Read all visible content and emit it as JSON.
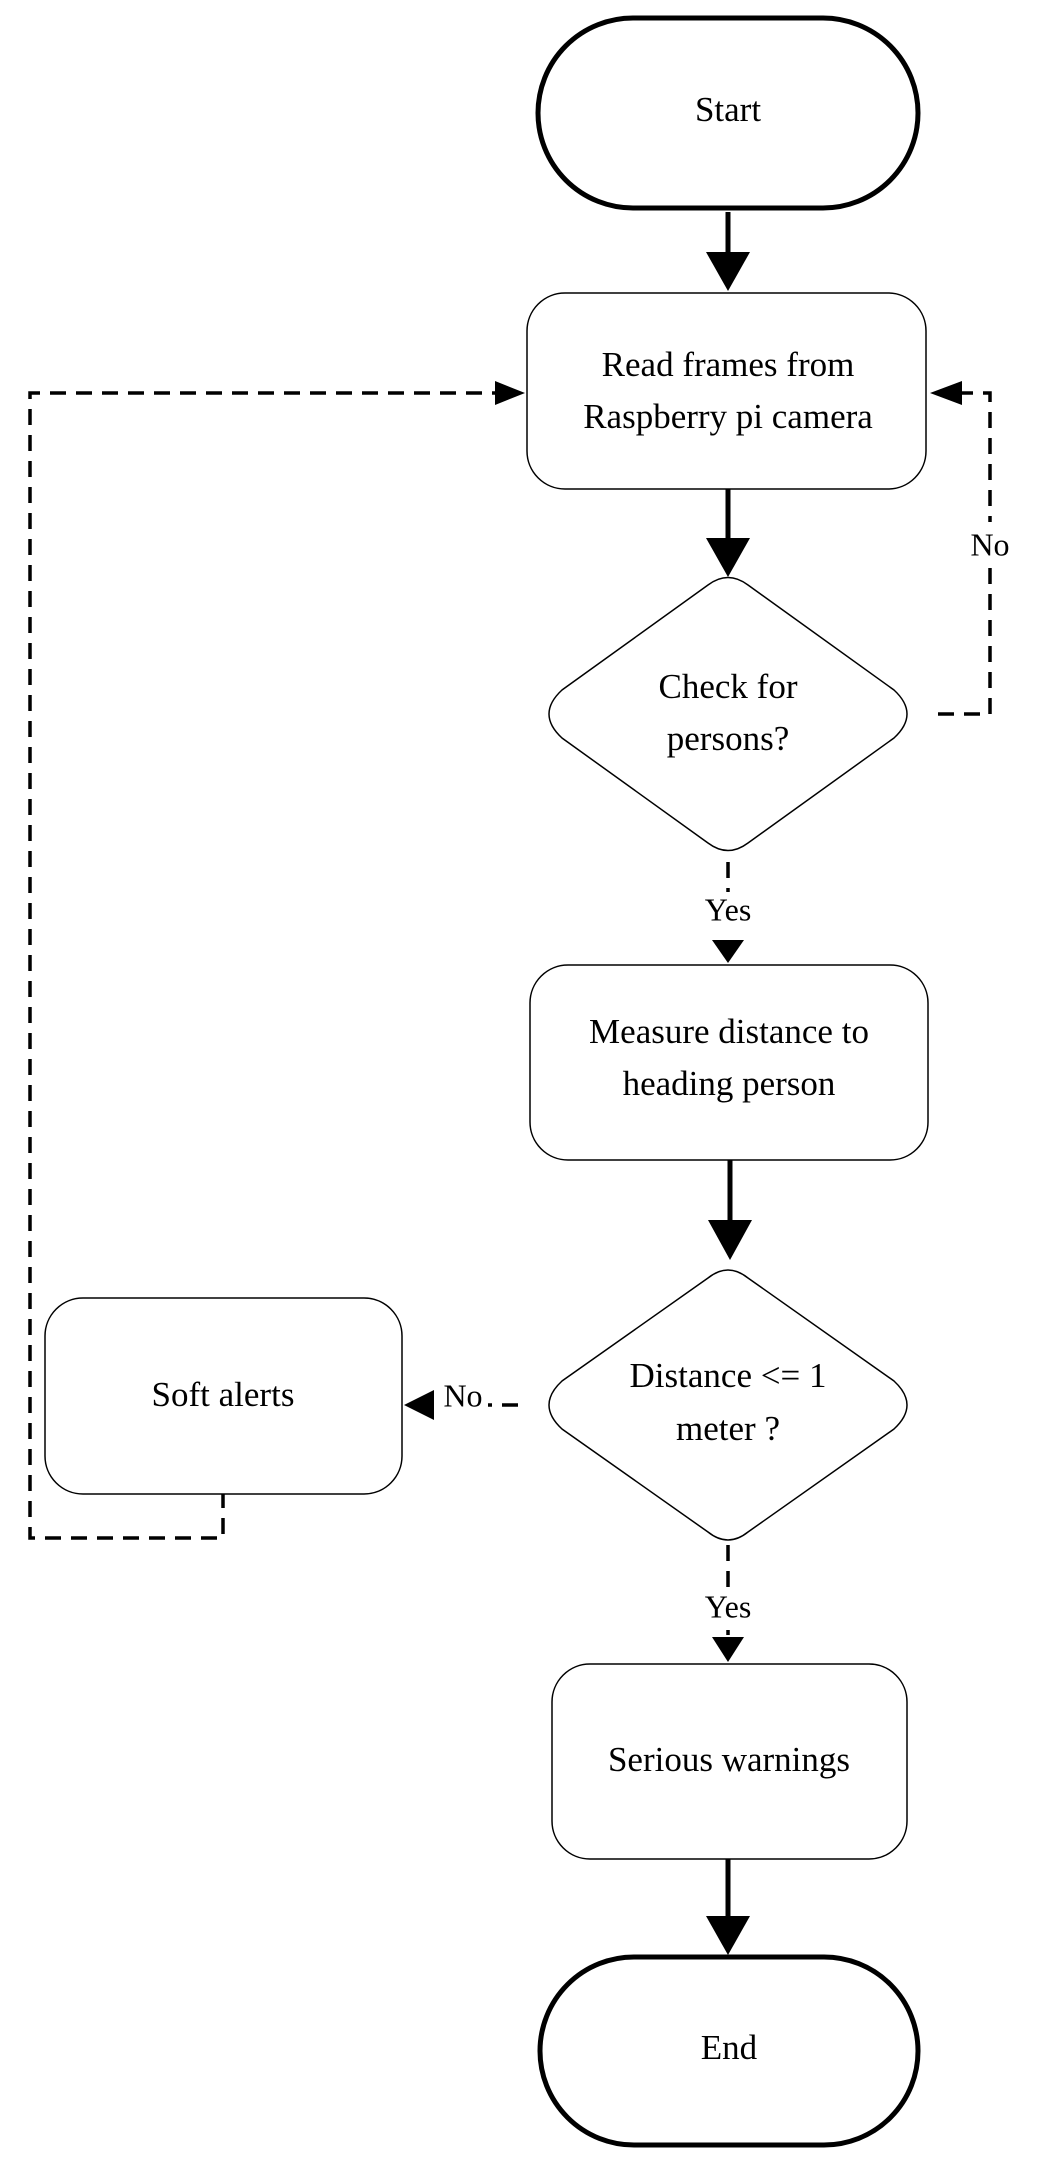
{
  "nodes": {
    "start": {
      "label": "Start"
    },
    "read_frames": {
      "lines": [
        "Read frames from",
        "Raspberry pi camera"
      ]
    },
    "check_persons": {
      "lines": [
        "Check for",
        "persons?"
      ]
    },
    "measure_distance": {
      "lines": [
        "Measure distance to",
        "heading person"
      ]
    },
    "distance_check": {
      "lines": [
        "Distance <= 1",
        "meter ?"
      ]
    },
    "soft_alerts": {
      "label": "Soft alerts"
    },
    "serious_warnings": {
      "label": "Serious warnings"
    },
    "end": {
      "label": "End"
    }
  },
  "edges": {
    "check_persons_no": "No",
    "check_persons_yes": "Yes",
    "distance_no": "No",
    "distance_yes": "Yes"
  }
}
